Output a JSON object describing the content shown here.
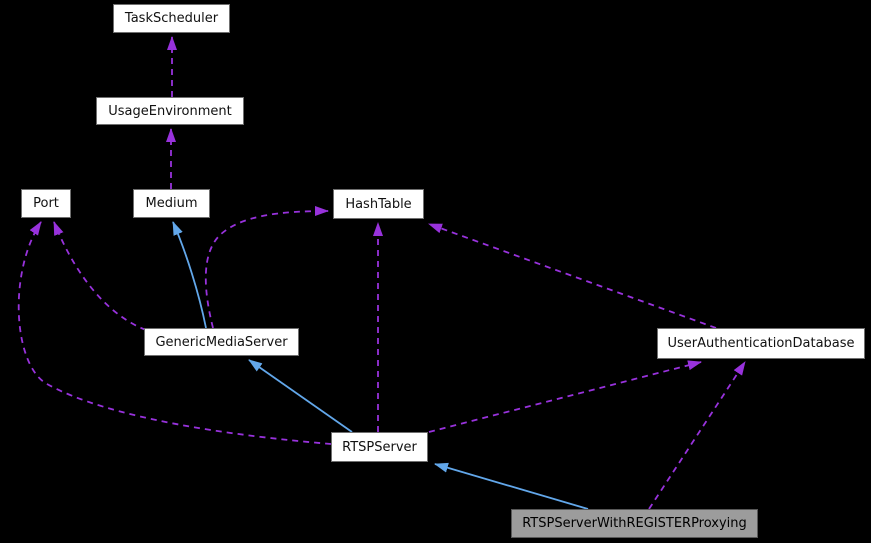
{
  "diagram": {
    "type": "class-collaboration-diagram",
    "background_color": "#000000",
    "colors": {
      "usage_edge": "#9832dc",
      "inheritance_edge": "#62a7ea",
      "node_fill": "#ffffff",
      "node_border": "#6f6f6f",
      "highlight_node_fill": "#9c9c9c",
      "node_text": "#111111"
    },
    "nodes": [
      {
        "id": "taskscheduler",
        "label": "TaskScheduler",
        "highlighted": false
      },
      {
        "id": "usageenvironment",
        "label": "UsageEnvironment",
        "highlighted": false
      },
      {
        "id": "port",
        "label": "Port",
        "highlighted": false
      },
      {
        "id": "medium",
        "label": "Medium",
        "highlighted": false
      },
      {
        "id": "hashtable",
        "label": "HashTable",
        "highlighted": false
      },
      {
        "id": "genericmediaserver",
        "label": "GenericMediaServer",
        "highlighted": false
      },
      {
        "id": "userauthenticationdatabase",
        "label": "UserAuthenticationDatabase",
        "highlighted": false
      },
      {
        "id": "rtspserver",
        "label": "RTSPServer",
        "highlighted": false
      },
      {
        "id": "rtspserverwithregisterproxying",
        "label": "RTSPServerWithREGISTERProxying",
        "highlighted": true
      }
    ],
    "edges": [
      {
        "from": "UsageEnvironment",
        "to": "TaskScheduler",
        "relation": "usage",
        "style": "dashed-purple"
      },
      {
        "from": "Medium",
        "to": "UsageEnvironment",
        "relation": "usage",
        "style": "dashed-purple"
      },
      {
        "from": "GenericMediaServer",
        "to": "Medium",
        "relation": "inheritance",
        "style": "solid-blue"
      },
      {
        "from": "GenericMediaServer",
        "to": "Port",
        "relation": "usage",
        "style": "dashed-purple"
      },
      {
        "from": "RTSPServer",
        "to": "Port",
        "relation": "usage",
        "style": "dashed-purple"
      },
      {
        "from": "GenericMediaServer",
        "to": "HashTable",
        "relation": "usage",
        "style": "dashed-purple"
      },
      {
        "from": "RTSPServer",
        "to": "HashTable",
        "relation": "usage",
        "style": "dashed-purple"
      },
      {
        "from": "UserAuthenticationDatabase",
        "to": "HashTable",
        "relation": "usage",
        "style": "dashed-purple"
      },
      {
        "from": "RTSPServer",
        "to": "GenericMediaServer",
        "relation": "inheritance",
        "style": "solid-blue"
      },
      {
        "from": "RTSPServer",
        "to": "UserAuthenticationDatabase",
        "relation": "usage",
        "style": "dashed-purple"
      },
      {
        "from": "RTSPServerWithREGISTERProxying",
        "to": "RTSPServer",
        "relation": "inheritance",
        "style": "solid-blue"
      },
      {
        "from": "RTSPServerWithREGISTERProxying",
        "to": "UserAuthenticationDatabase",
        "relation": "usage",
        "style": "dashed-purple"
      }
    ]
  }
}
